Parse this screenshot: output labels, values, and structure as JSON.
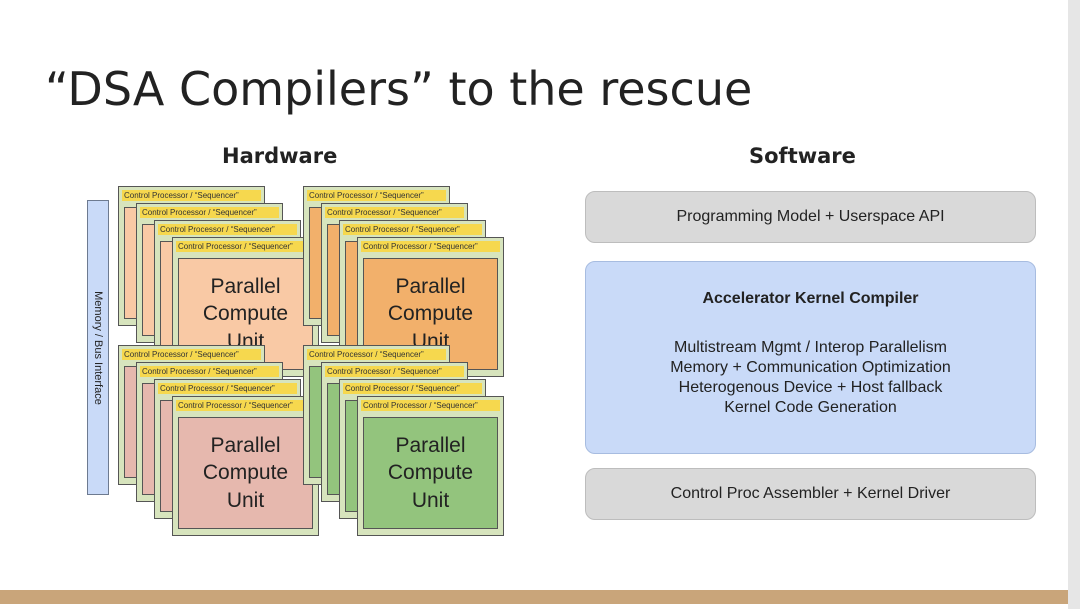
{
  "slide": {
    "title": "“DSA Compilers” to the rescue"
  },
  "hardware": {
    "heading": "Hardware",
    "memory_bus_label": "Memory / Bus Interface",
    "control_processor_label": "Control Processor / “Sequencer”",
    "compute_unit_label": "Parallel\nCompute\nUnit",
    "colors": {
      "orange_light": "#f9c9a5",
      "orange": "#f2b06b",
      "pink": "#e6b8ae",
      "green": "#93c47d",
      "card_frame": "#d7e4bd",
      "sequencer": "#f6d84e",
      "memory_bus": "#c9daf8"
    }
  },
  "software": {
    "heading": "Software",
    "programming_model": "Programming Model + Userspace API",
    "kernel_compiler": {
      "title": "Accelerator Kernel Compiler",
      "items": [
        "Multistream Mgmt / Interop Parallelism",
        "Memory + Communication Optimization",
        "Heterogenous Device + Host fallback",
        "Kernel Code Generation"
      ]
    },
    "assembler_driver": "Control Proc Assembler + Kernel Driver",
    "colors": {
      "grey_box": "#d9d9d9",
      "blue_box": "#c9daf8"
    }
  },
  "footer": {
    "accent": "#c9a57a"
  }
}
